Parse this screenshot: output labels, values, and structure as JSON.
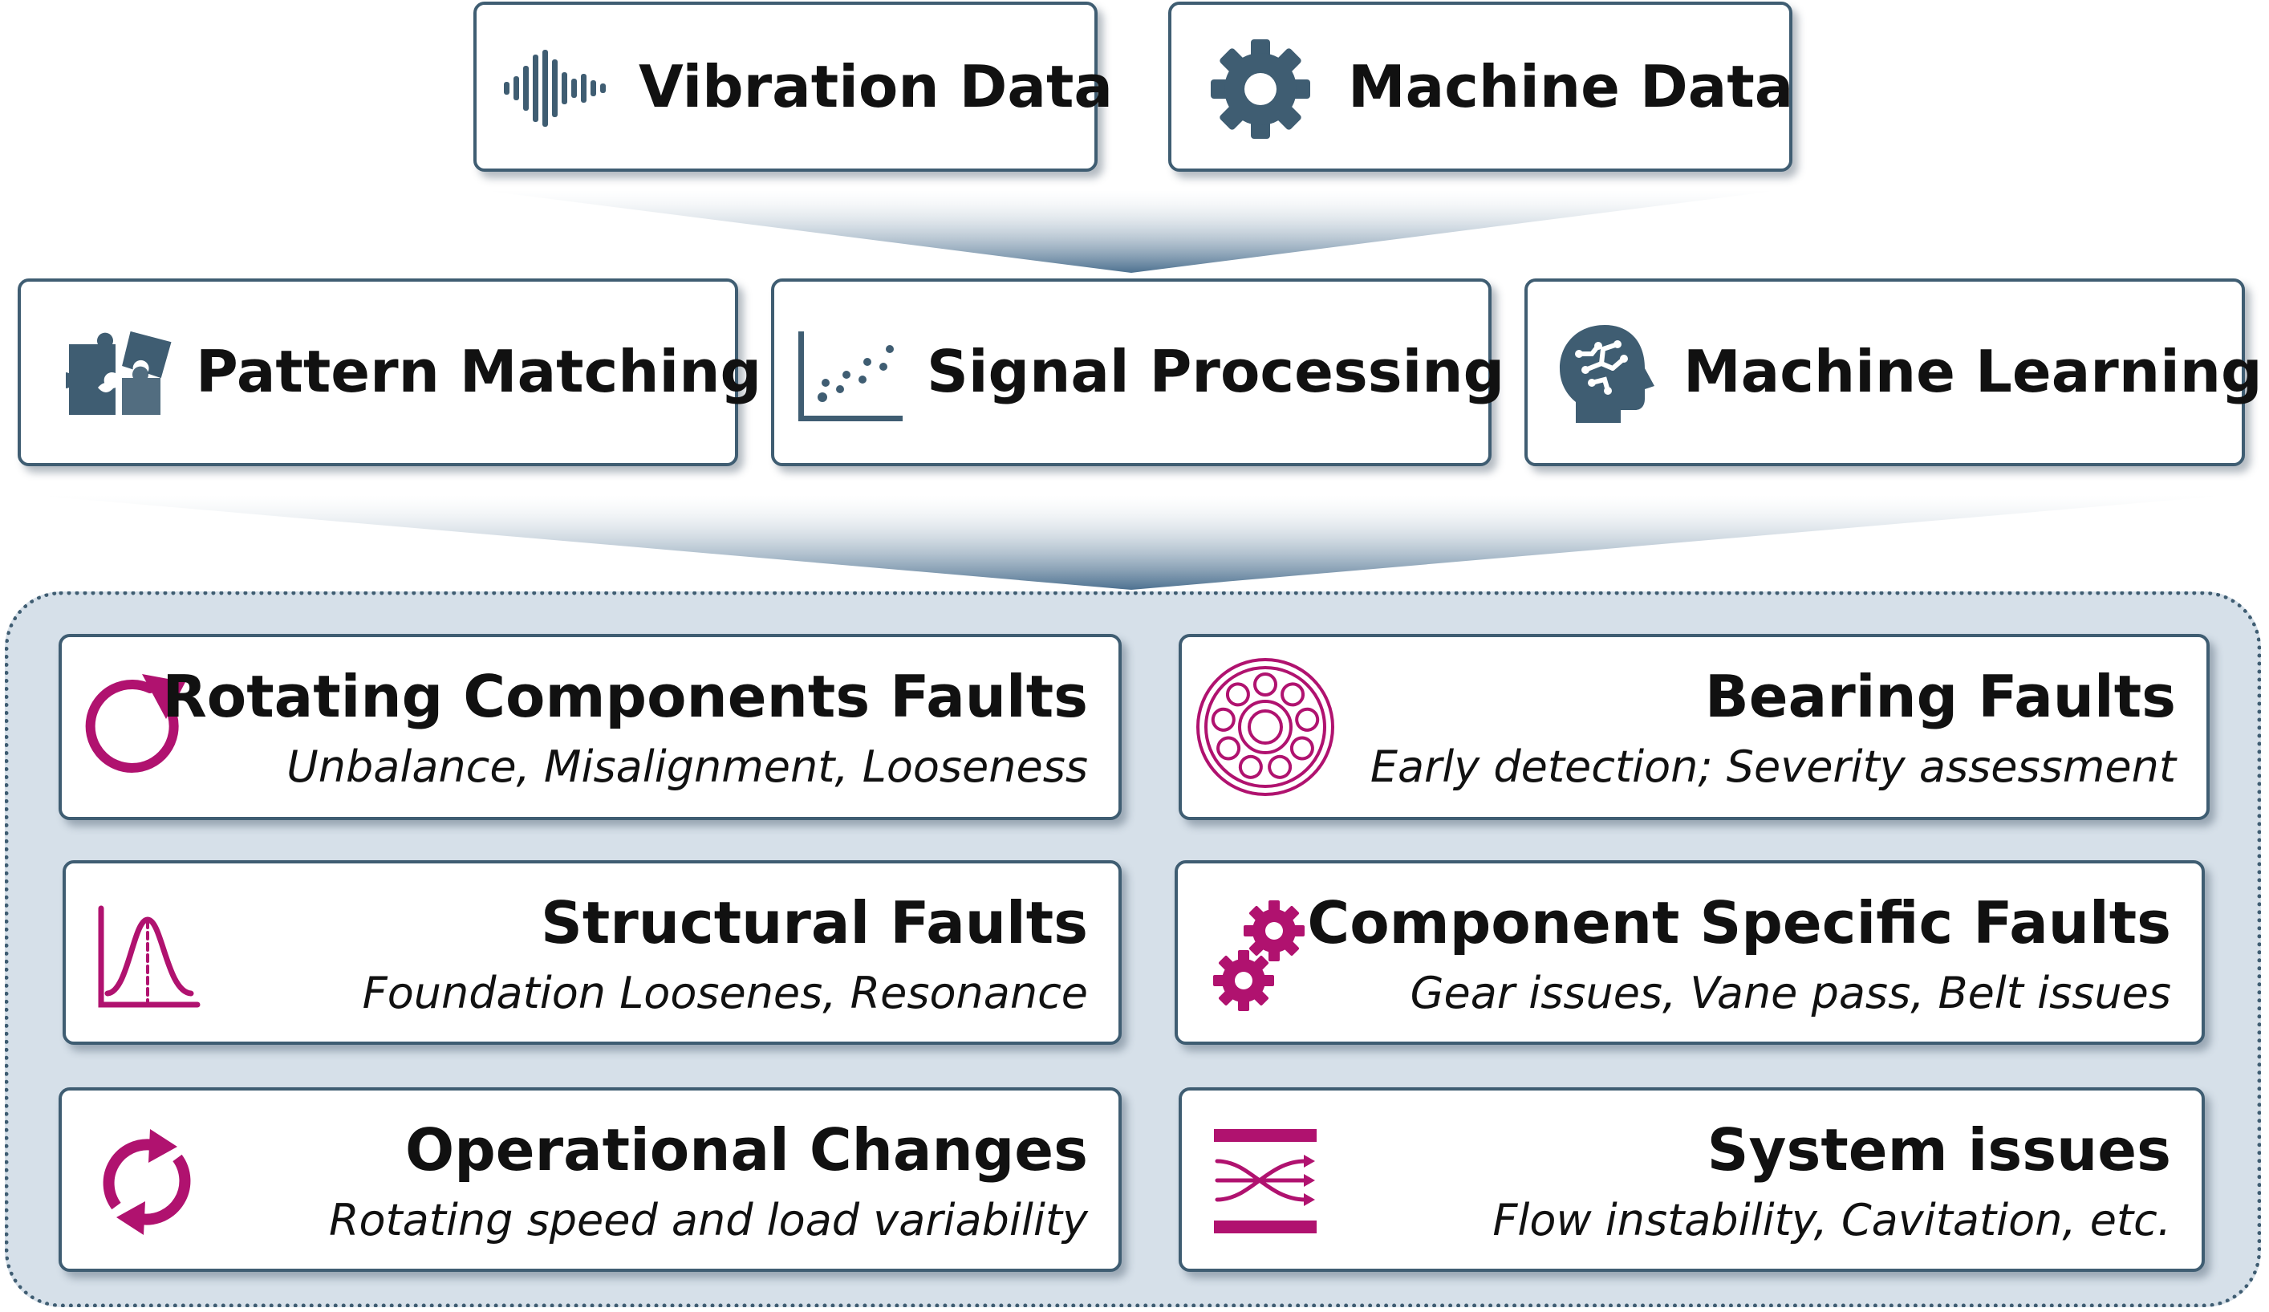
{
  "inputs": {
    "vibration": {
      "label": "Vibration Data",
      "icon": "waveform-icon"
    },
    "machine": {
      "label": "Machine Data",
      "icon": "gear-icon"
    }
  },
  "methods": {
    "pattern": {
      "label": "Pattern Matching",
      "icon": "puzzle-icon"
    },
    "signal": {
      "label": "Signal Processing",
      "icon": "scatter-plot-icon"
    },
    "ml": {
      "label": "Machine Learning",
      "icon": "brain-head-icon"
    }
  },
  "faults": {
    "rotating": {
      "title": "Rotating Components Faults",
      "subtitle": "Unbalance, Misalignment, Looseness",
      "icon": "rotate-arrow-icon"
    },
    "bearing": {
      "title": "Bearing Faults",
      "subtitle": "Early detection; Severity assessment",
      "icon": "bearing-icon"
    },
    "structural": {
      "title": "Structural Faults",
      "subtitle": "Foundation Loosenes, Resonance",
      "icon": "bell-curve-icon"
    },
    "component": {
      "title": "Component Specific Faults",
      "subtitle": "Gear issues, Vane pass, Belt issues",
      "icon": "two-gears-icon"
    },
    "operational": {
      "title": "Operational Changes",
      "subtitle": "Rotating speed and load variability",
      "icon": "refresh-arrows-icon"
    },
    "system": {
      "title": "System issues",
      "subtitle": "Flow instability, Cavitation, etc.",
      "icon": "flow-lines-icon"
    }
  },
  "colors": {
    "primary": "#3f5d72",
    "accent": "#b0126f",
    "panel": "#d6e0e9"
  }
}
